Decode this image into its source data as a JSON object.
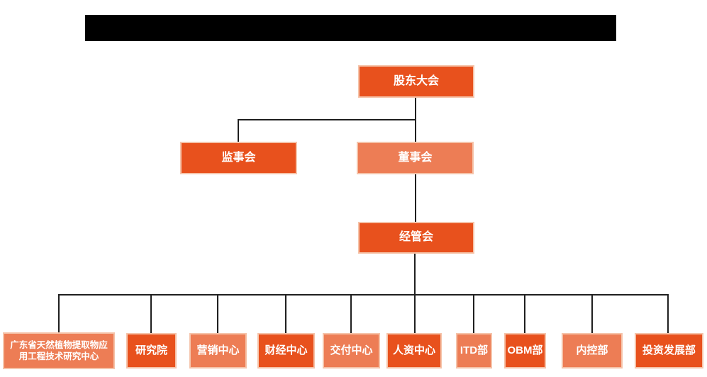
{
  "colors": {
    "primary_orange": "#e8511d",
    "salmon": "#ed7d55",
    "line": "#1f1f1f",
    "box_border": "#f5c3a9",
    "redacted_bar": "#000000"
  },
  "org_chart": {
    "level1": [
      {
        "id": "shareholders-meeting",
        "label": "股东大会",
        "variant": "solid"
      }
    ],
    "level2": [
      {
        "id": "board-of-supervisors",
        "label": "监事会",
        "variant": "solid"
      },
      {
        "id": "board-of-directors",
        "label": "董事会",
        "variant": "salmon"
      }
    ],
    "level3": [
      {
        "id": "management-committee",
        "label": "经管会",
        "variant": "solid"
      }
    ],
    "level4": [
      {
        "id": "gd-research-center",
        "label": "广东省天然植物提取物应用工程技术研究中心",
        "variant": "salmon"
      },
      {
        "id": "research-institute",
        "label": "研究院",
        "variant": "solid"
      },
      {
        "id": "marketing-center",
        "label": "营销中心",
        "variant": "salmon"
      },
      {
        "id": "finance-center",
        "label": "财经中心",
        "variant": "solid"
      },
      {
        "id": "delivery-center",
        "label": "交付中心",
        "variant": "salmon"
      },
      {
        "id": "hr-center",
        "label": "人资中心",
        "variant": "solid"
      },
      {
        "id": "itd-dept",
        "label": "ITD部",
        "variant": "salmon"
      },
      {
        "id": "obm-dept",
        "label": "OBM部",
        "variant": "solid"
      },
      {
        "id": "internal-control-dept",
        "label": "内控部",
        "variant": "salmon"
      },
      {
        "id": "investment-development-dept",
        "label": "投资发展部",
        "variant": "solid"
      }
    ]
  }
}
